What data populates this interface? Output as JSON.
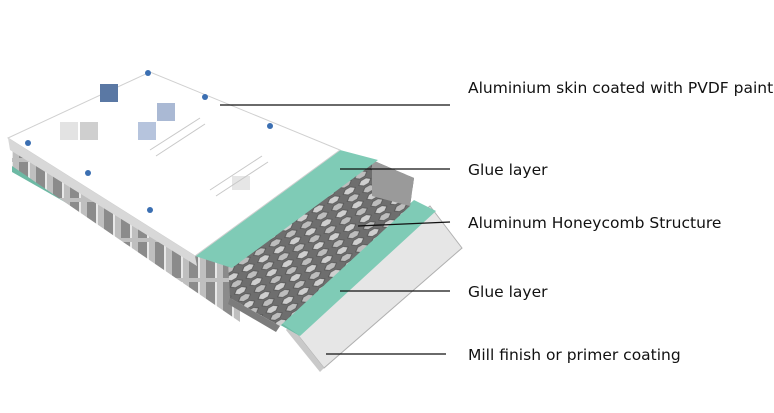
{
  "labels": [
    "Aluminium skin coated with PVDF paint",
    "Glue layer",
    "Aluminum Honeycomb Structure",
    "Glue layer",
    "Mill finish or primer coating"
  ],
  "colors": {
    "top_skin": "#ffffff",
    "top_edge": "#d7d7d7",
    "glue": "#7fcbb6",
    "honeycomb_light": "#c4c4c4",
    "honeycomb_dark": "#5d5d5d",
    "bottom_plate": "#e6e6e6",
    "leader_line": "#111111"
  }
}
